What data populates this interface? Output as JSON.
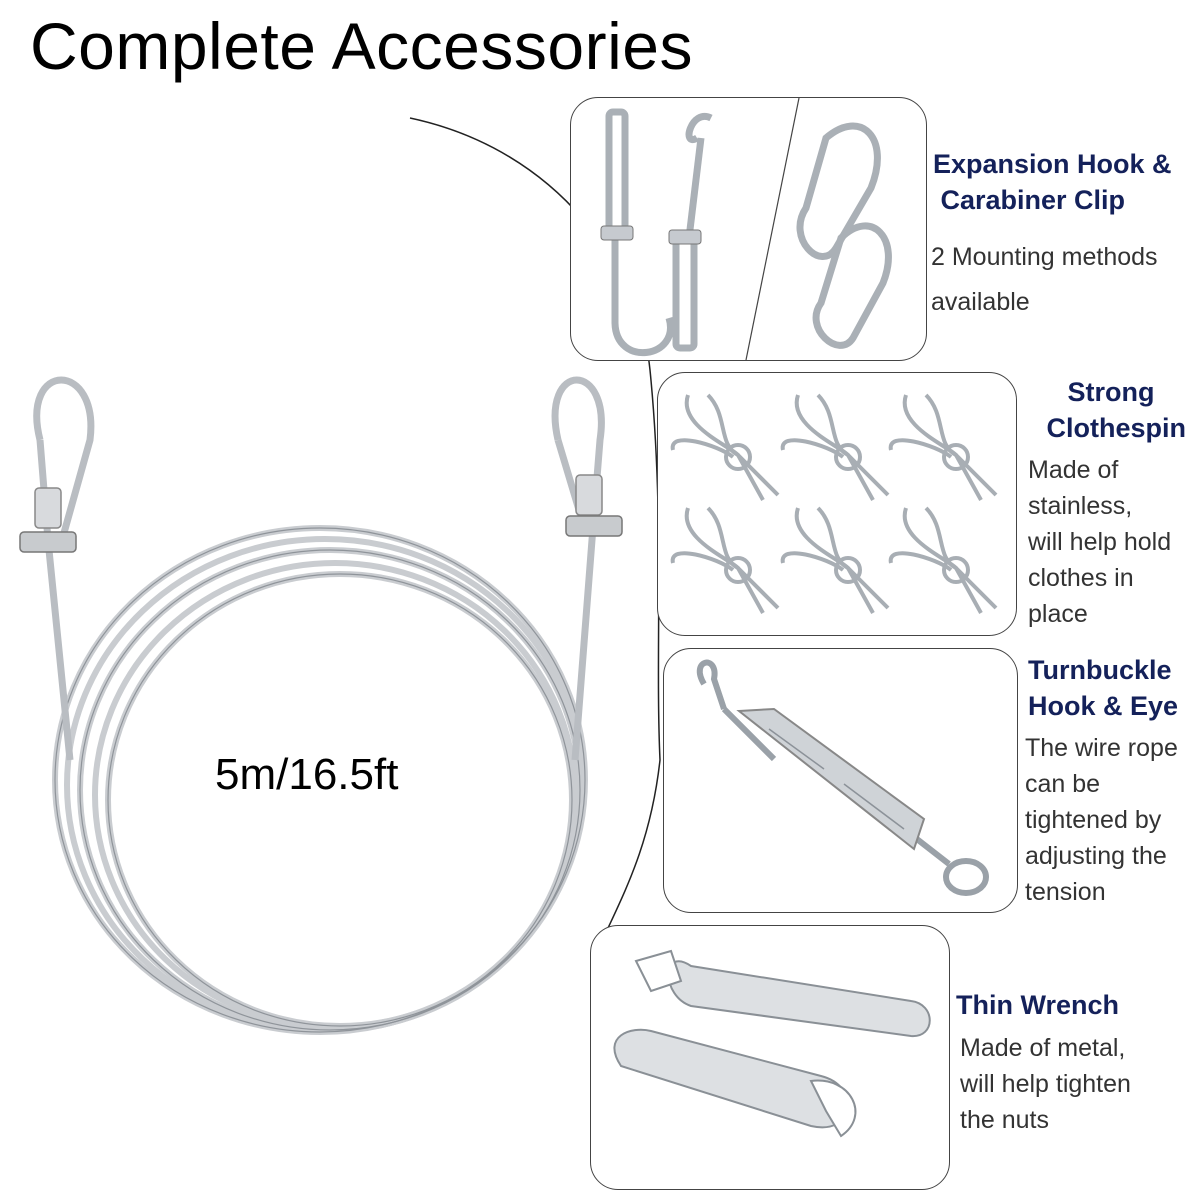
{
  "title": "Complete Accessories",
  "cable_length": "5m/16.5ft",
  "sections": [
    {
      "heading_lines": [
        "Expansion Hook &",
        " Carabiner Clip"
      ],
      "desc_lines": [
        "2 Mounting methods",
        "available"
      ]
    },
    {
      "heading_lines": [
        "Strong",
        "Clothespin"
      ],
      "desc_lines": [
        "Made of",
        "stainless,",
        "will help hold",
        "clothes in",
        "place"
      ]
    },
    {
      "heading_lines": [
        "Turnbuckle",
        "Hook & Eye"
      ],
      "desc_lines": [
        "The wire rope",
        "can be",
        "tightened by",
        "adjusting the",
        "tension"
      ]
    },
    {
      "heading_lines": [
        "Thin Wrench"
      ],
      "desc_lines": [
        "Made of metal,",
        "will help tighten",
        "the nuts"
      ]
    }
  ],
  "colors": {
    "heading": "#14215a",
    "metal": "#b9bdc2",
    "cable": "#c9ccd0",
    "border": "#444444"
  }
}
